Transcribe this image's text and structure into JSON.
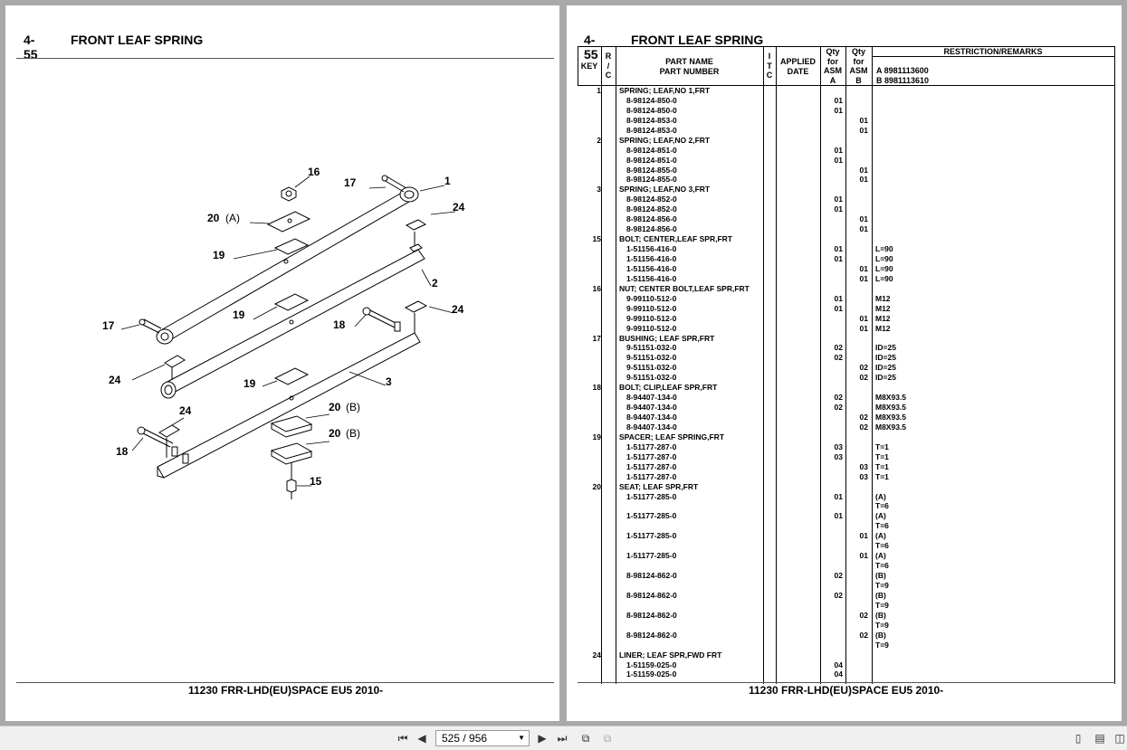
{
  "section_number": "4-55",
  "section_title": "FRONT LEAF SPRING",
  "footer": "11230 FRR-LHD(EU)SPACE EU5 2010-",
  "diagram_labels": {
    "l16": "16",
    "l17a": "17",
    "l1": "1",
    "l20a": "20",
    "l20a_s": "(A)",
    "l24a": "24",
    "l19a": "19",
    "l2": "2",
    "l24b": "24",
    "l17b": "17",
    "l19b": "19",
    "l18a": "18",
    "l24c": "24",
    "l19c": "19",
    "l3": "3",
    "l24d": "24",
    "l20b": "20",
    "l20b_s": "(B)",
    "l20c": "20",
    "l20c_s": "(B)",
    "l18b": "18",
    "l15": "15"
  },
  "table_header": {
    "key": "KEY",
    "rc": [
      "R",
      "/",
      "C"
    ],
    "part": [
      "PART NAME",
      "PART NUMBER"
    ],
    "itc": [
      "I",
      "T",
      "C"
    ],
    "applied": [
      "APPLIED",
      "DATE"
    ],
    "qty_a": [
      "Qty",
      "for",
      "ASM",
      "A"
    ],
    "qty_b": [
      "Qty",
      "for",
      "ASM",
      "B"
    ],
    "remarks": "RESTRICTION/REMARKS",
    "asm_a": "A 8981113600",
    "asm_b": "B 8981113610"
  },
  "rows": [
    {
      "key": "1",
      "name": "SPRING; LEAF,NO 1,FRT"
    },
    {
      "pn": "8-98124-850-0",
      "qa": "01"
    },
    {
      "pn": "8-98124-850-0",
      "qa": "01"
    },
    {
      "pn": "8-98124-853-0",
      "qb": "01"
    },
    {
      "pn": "8-98124-853-0",
      "qb": "01"
    },
    {
      "key": "2",
      "name": "SPRING; LEAF,NO 2,FRT"
    },
    {
      "pn": "8-98124-851-0",
      "qa": "01"
    },
    {
      "pn": "8-98124-851-0",
      "qa": "01"
    },
    {
      "pn": "8-98124-855-0",
      "qb": "01"
    },
    {
      "pn": "8-98124-855-0",
      "qb": "01"
    },
    {
      "key": "3",
      "name": "SPRING; LEAF,NO 3,FRT"
    },
    {
      "pn": "8-98124-852-0",
      "qa": "01"
    },
    {
      "pn": "8-98124-852-0",
      "qa": "01"
    },
    {
      "pn": "8-98124-856-0",
      "qb": "01"
    },
    {
      "pn": "8-98124-856-0",
      "qb": "01"
    },
    {
      "key": "15",
      "name": "BOLT; CENTER,LEAF SPR,FRT"
    },
    {
      "pn": "1-51156-416-0",
      "qa": "01",
      "rem": "L=90"
    },
    {
      "pn": "1-51156-416-0",
      "qa": "01",
      "rem": "L=90"
    },
    {
      "pn": "1-51156-416-0",
      "qb": "01",
      "rem": "L=90"
    },
    {
      "pn": "1-51156-416-0",
      "qb": "01",
      "rem": "L=90"
    },
    {
      "key": "16",
      "name": "NUT; CENTER BOLT,LEAF SPR,FRT"
    },
    {
      "pn": "9-99110-512-0",
      "qa": "01",
      "rem": "M12"
    },
    {
      "pn": "9-99110-512-0",
      "qa": "01",
      "rem": "M12"
    },
    {
      "pn": "9-99110-512-0",
      "qb": "01",
      "rem": "M12"
    },
    {
      "pn": "9-99110-512-0",
      "qb": "01",
      "rem": "M12"
    },
    {
      "key": "17",
      "name": "BUSHING; LEAF SPR,FRT"
    },
    {
      "pn": "9-51151-032-0",
      "qa": "02",
      "rem": "ID=25"
    },
    {
      "pn": "9-51151-032-0",
      "qa": "02",
      "rem": "ID=25"
    },
    {
      "pn": "9-51151-032-0",
      "qb": "02",
      "rem": "ID=25"
    },
    {
      "pn": "9-51151-032-0",
      "qb": "02",
      "rem": "ID=25"
    },
    {
      "key": "18",
      "name": "BOLT; CLIP,LEAF SPR,FRT"
    },
    {
      "pn": "8-94407-134-0",
      "qa": "02",
      "rem": "M8X93.5"
    },
    {
      "pn": "8-94407-134-0",
      "qa": "02",
      "rem": "M8X93.5"
    },
    {
      "pn": "8-94407-134-0",
      "qb": "02",
      "rem": "M8X93.5"
    },
    {
      "pn": "8-94407-134-0",
      "qb": "02",
      "rem": "M8X93.5"
    },
    {
      "key": "19",
      "name": "SPACER; LEAF SPRING,FRT"
    },
    {
      "pn": "1-51177-287-0",
      "qa": "03",
      "rem": "T=1"
    },
    {
      "pn": "1-51177-287-0",
      "qa": "03",
      "rem": "T=1"
    },
    {
      "pn": "1-51177-287-0",
      "qb": "03",
      "rem": "T=1"
    },
    {
      "pn": "1-51177-287-0",
      "qb": "03",
      "rem": "T=1"
    },
    {
      "key": "20",
      "name": "SEAT; LEAF SPR,FRT"
    },
    {
      "pn": "1-51177-285-0",
      "qa": "01",
      "rem": "(A)"
    },
    {
      "rem": "T=6"
    },
    {
      "pn": "1-51177-285-0",
      "qa": "01",
      "rem": "(A)"
    },
    {
      "rem": "T=6"
    },
    {
      "pn": "1-51177-285-0",
      "qb": "01",
      "rem": "(A)"
    },
    {
      "rem": "T=6"
    },
    {
      "pn": "1-51177-285-0",
      "qb": "01",
      "rem": "(A)"
    },
    {
      "rem": "T=6"
    },
    {
      "pn": "8-98124-862-0",
      "qa": "02",
      "rem": "(B)"
    },
    {
      "rem": "T=9"
    },
    {
      "pn": "8-98124-862-0",
      "qa": "02",
      "rem": "(B)"
    },
    {
      "rem": "T=9"
    },
    {
      "pn": "8-98124-862-0",
      "qb": "02",
      "rem": "(B)"
    },
    {
      "rem": "T=9"
    },
    {
      "pn": "8-98124-862-0",
      "qb": "02",
      "rem": "(B)"
    },
    {
      "rem": "T=9"
    },
    {
      "key": "24",
      "name": "LINER; LEAF SPR,FWD FRT"
    },
    {
      "pn": "1-51159-025-0",
      "qa": "04"
    },
    {
      "pn": "1-51159-025-0",
      "qa": "04"
    }
  ],
  "toolbar": {
    "page_indicator": "525 / 956",
    "icons": [
      "first-page-icon",
      "prev-page-icon",
      "next-page-icon",
      "last-page-icon",
      "rotate-icon",
      "copy-icon",
      "single-page-icon",
      "continuous-icon",
      "two-page-icon"
    ]
  }
}
